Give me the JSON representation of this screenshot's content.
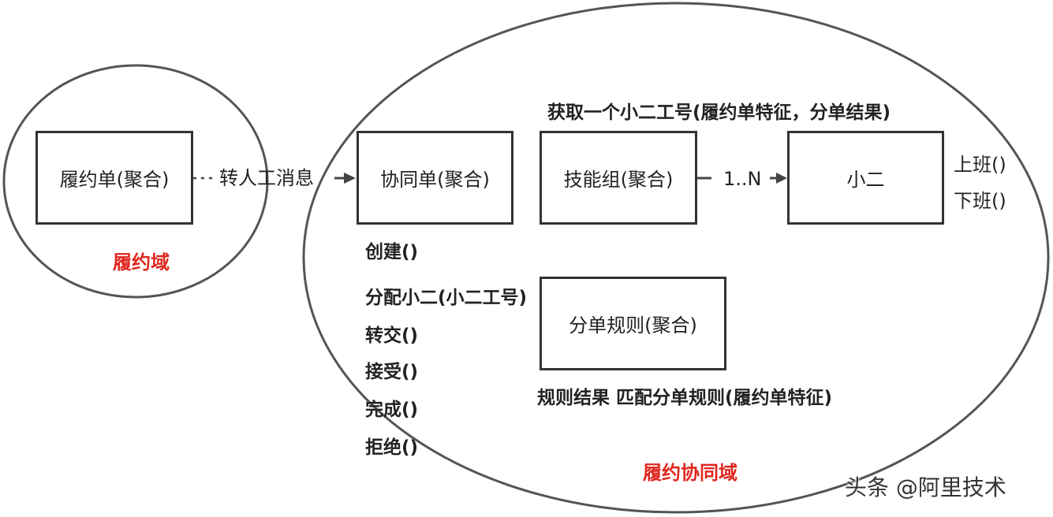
{
  "aggregates": {
    "fulfillment_order": "履约单(聚合)",
    "collab_order": "协同单(聚合)",
    "skill_group": "技能组(聚合)",
    "agent": "小二",
    "dispatch_rule": "分单规则(聚合)"
  },
  "domains": {
    "fulfillment": "履约域",
    "collaboration": "履约协同域"
  },
  "relations": {
    "transfer_message": "转人工消息",
    "multiplicity": "1..N"
  },
  "operations": {
    "skill_group_query": "获取一个小二工号(履约单特征，分单结果)",
    "agent_methods": [
      "上班()",
      "下班()"
    ],
    "collab_methods": [
      "创建()",
      "分配小二(小二工号)",
      "转交()",
      "接受()",
      "完成()",
      "拒绝()"
    ],
    "rule_match": "规则结果 匹配分单规则(履约单特征)"
  },
  "watermark": "头条 @阿里技术",
  "colors": {
    "line": "#333333",
    "domain_label": "#e0261e"
  }
}
